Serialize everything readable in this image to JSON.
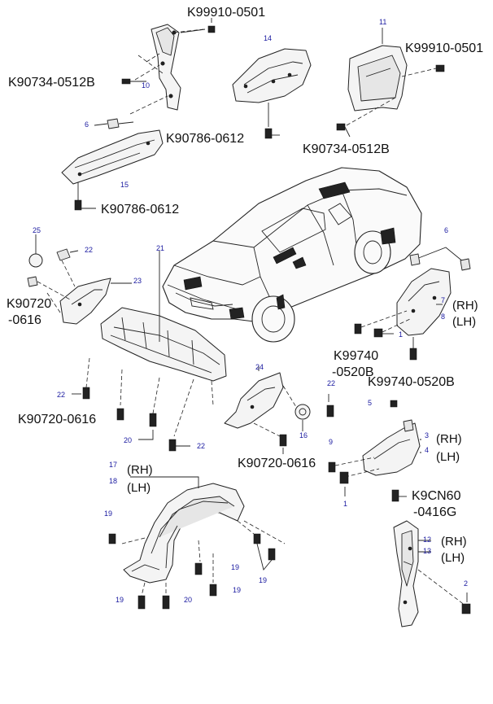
{
  "part_numbers": {
    "k99910_top": "K99910-0501",
    "k99910_right": "K99910-0501",
    "k90734_left": "K90734-0512B",
    "k90734_right": "K90734-0512B",
    "k90786_mid": "K90786-0612",
    "k90786_left": "K90786-0612",
    "k90720_left_a": "K90720",
    "k90720_left_b": "-0616",
    "k90720_mid": "K90720-0616",
    "k90720_center": "K90720-0616",
    "k99740_a": "K99740",
    "k99740_b": "-0520B",
    "k99740_full": "K99740-0520B",
    "k9cn60_a": "K9CN60",
    "k9cn60_b": "-0416G"
  },
  "side_labels": {
    "rh_7": "(RH)",
    "lh_8": "(LH)",
    "rh_3": "(RH)",
    "lh_4": "(LH)",
    "rh_17": "(RH)",
    "lh_18": "(LH)",
    "rh_12": "(RH)",
    "lh_13": "(LH)"
  },
  "ref_numbers": {
    "n1_top": "1",
    "n1_bottom": "1",
    "n2": "2",
    "n3": "3",
    "n4": "4",
    "n5": "5",
    "n6_left": "6",
    "n6_right": "6",
    "n7": "7",
    "n8": "8",
    "n9": "9",
    "n10": "10",
    "n11": "11",
    "n12": "12",
    "n13": "13",
    "n14": "14",
    "n15": "15",
    "n16": "16",
    "n17": "17",
    "n18": "18",
    "n19_a": "19",
    "n19_b": "19",
    "n19_c": "19",
    "n19_d": "19",
    "n19_e": "19",
    "n20_a": "20",
    "n20_b": "20",
    "n21": "21",
    "n22_a": "22",
    "n22_b": "22",
    "n22_c": "22",
    "n22_d": "22",
    "n23": "23",
    "n24": "24",
    "n25": "25"
  }
}
